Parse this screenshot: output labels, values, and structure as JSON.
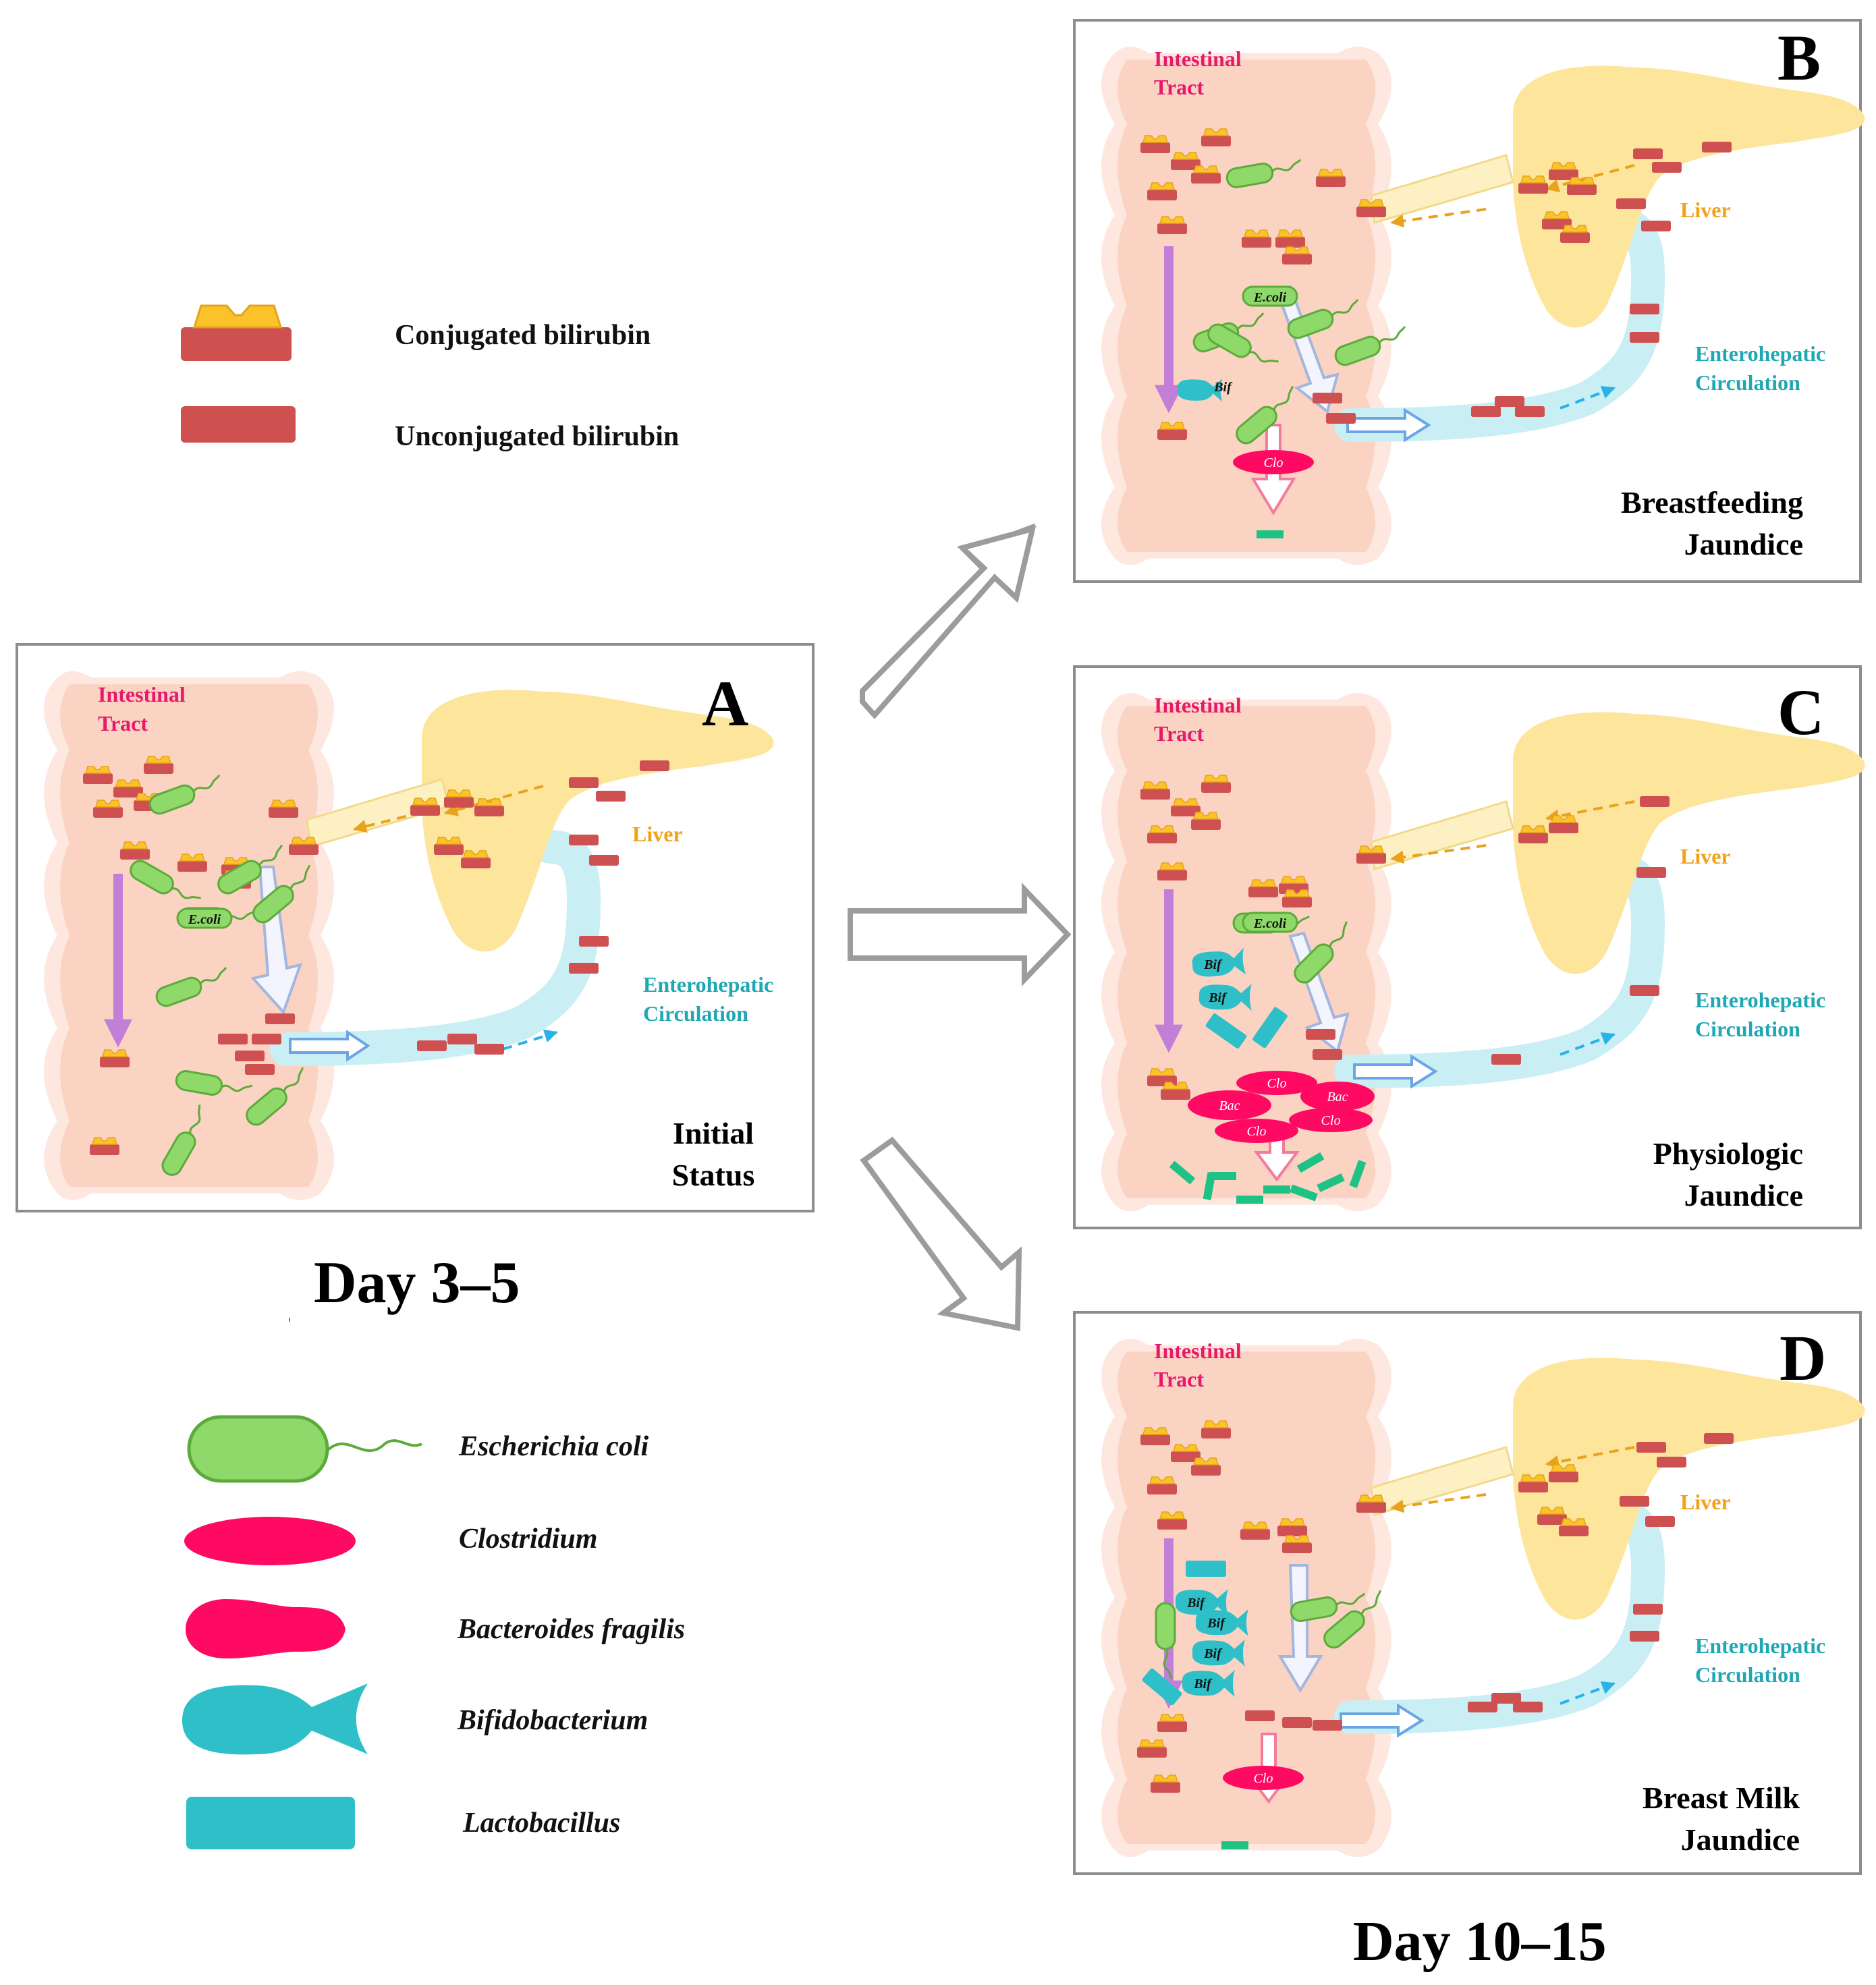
{
  "legend_bilirubin": {
    "conjugated": "Conjugated bilirubin",
    "unconjugated": "Unconjugated bilirubin"
  },
  "legend_bacteria": {
    "ecoli": "Escherichia coli",
    "clostridium": "Clostridium",
    "bacteroides": "Bacteroides fragilis",
    "bifidobacterium": "Bifidobacterium",
    "lactobacillus": "Lactobacillus"
  },
  "panel_labels": {
    "intestinal_line1": "Intestinal",
    "intestinal_line2": "Tract",
    "liver": "Liver",
    "entero_line1": "Enterohepatic",
    "entero_line2": "Circulation",
    "ecoli_short": "E.coli",
    "bif_short": "Bif",
    "clo_short": "Clo",
    "bac_short": "Bac"
  },
  "panels": {
    "A": {
      "letter": "A",
      "caption_line1": "Initial",
      "caption_line2": "Status"
    },
    "B": {
      "letter": "B",
      "caption_line1": "Breastfeeding",
      "caption_line2": "Jaundice"
    },
    "C": {
      "letter": "C",
      "caption_line1": "Physiologic",
      "caption_line2": "Jaundice"
    },
    "D": {
      "letter": "D",
      "caption_line1": "Breast Milk",
      "caption_line2": "Jaundice"
    }
  },
  "day_labels": {
    "early": "Day 3–5",
    "late": "Day 10–15"
  },
  "colors": {
    "intestine": "#fbd3c2",
    "intestine_edge": "#fde7df",
    "liver": "#fde59b",
    "circulation": "#c9eff5",
    "bilirubin_red": "#cf5050",
    "conjugate_yellow": "#fcc22a",
    "ecoli_green": "#8fd86a",
    "ecoli_stroke": "#5cab3a",
    "clostridium": "#ff0a63",
    "bifido_teal": "#2ebfc9",
    "metabolite_green": "#1ec285",
    "intestinal_label": "#e8186b",
    "liver_label": "#f2a21a",
    "entero_label": "#20a7b4",
    "transport_purple": "#c37fd8"
  },
  "icons": [
    "block-arrow-icon",
    "dashed-arrow-icon",
    "rod-bacterium-icon",
    "fish-bacterium-icon"
  ]
}
